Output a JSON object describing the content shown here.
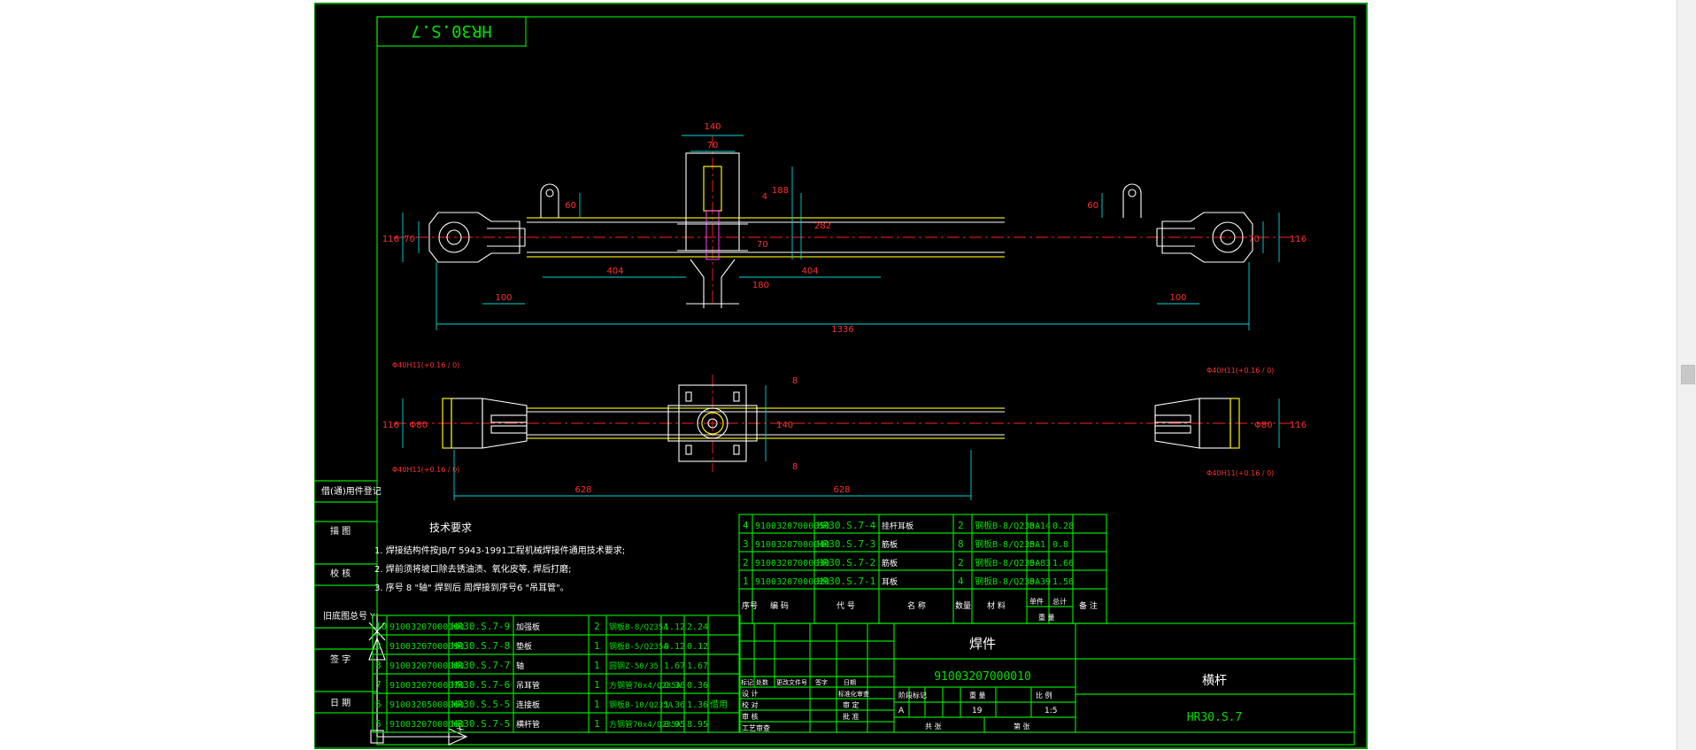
{
  "drawing": {
    "code_stamp": "HR30.S.7",
    "tech_title": "技术要求",
    "tech_notes": [
      "1. 焊接结构件按JB/T 5943-1991工程机械焊接件通用技术要求;",
      "2. 焊前须将坡口除去锈油渍、氧化皮等, 焊后打磨;",
      "3. 序号 8 \"轴\" 焊到后 周焊接到序号6 \"吊耳管\"。"
    ]
  },
  "left_strip": [
    "借(通)用件登记",
    "描 图",
    "校 核",
    "旧底图总号",
    "签 字",
    "日 期"
  ],
  "dimensions": {
    "d140": "140",
    "d70": "70",
    "d60l": "60",
    "d60r": "60",
    "d188": "188",
    "d4": "4",
    "d282": "282",
    "d116l": "116",
    "d70l": "70",
    "d70r": "70",
    "d116r": "116",
    "d404l": "404",
    "d404r": "404",
    "d100l": "100",
    "d100r": "100",
    "d180": "180",
    "d70m": "70",
    "d1336": "1336",
    "d628l": "628",
    "d628r": "628",
    "d116l2": "116",
    "d116r2": "116",
    "d80l": "Φ80",
    "d80r": "Φ80",
    "d140v": "140",
    "d8a": "8",
    "d8b": "8",
    "tol1": "Φ40H11(+0.16 / 0)",
    "tol2": "Φ40H11(+0.16 / 0)",
    "tol3": "Φ40H11(+0.16 / 0)",
    "tol4": "Φ40H11(+0.16 / 0)"
  },
  "bom_right": [
    [
      "4",
      "91003207000050",
      "HR30.S.7-4",
      "挂杆耳板",
      "2",
      "钢板B-8/Q235A",
      "0.14",
      "0.28",
      ""
    ],
    [
      "3",
      "91003207000040",
      "HR30.S.7-3",
      "筋板",
      "8",
      "钢板B-8/Q235A",
      "0.1",
      "0.8",
      ""
    ],
    [
      "2",
      "91003207000030",
      "HR30.S.7-2",
      "筋板",
      "2",
      "钢板B-8/Q235A",
      "0.83",
      "1.66",
      ""
    ],
    [
      "1",
      "91003207000020",
      "HR30.S.7-1",
      "耳板",
      "4",
      "钢板B-8/Q235A",
      "0.39",
      "1.56",
      ""
    ]
  ],
  "bom_right_header": {
    "seq": "序号",
    "code": "编 码",
    "drawing_no": "代 号",
    "name": "名 称",
    "qty": "数量",
    "material": "材 料",
    "single": "单件",
    "total": "总计",
    "weight": "重 量",
    "remark": "备 注"
  },
  "bom_left": [
    [
      "10",
      "91003207000100",
      "HR30.S.7-9",
      "加强板",
      "2",
      "钢板B-8/Q235A",
      "1.12",
      "2.24",
      ""
    ],
    [
      "9",
      "91003207000090",
      "HR30.S.7-8",
      "垫板",
      "1",
      "钢板B-5/Q235A",
      "0.12",
      "0.12",
      ""
    ],
    [
      "8",
      "91003207000080",
      "HR30.S.7-7",
      "轴",
      "1",
      "圆钢Z-50/35",
      "1.67",
      "1.67",
      ""
    ],
    [
      "7",
      "91003207000070",
      "HR30.S.7-6",
      "吊耳管",
      "1",
      "方钢管70x4/Q235A",
      "0.36",
      "0.36",
      ""
    ],
    [
      "6",
      "91003205000060",
      "HR30.S.5-5",
      "连接板",
      "1",
      "钢板B-10/Q235A",
      "1.36",
      "1.36",
      "借用"
    ],
    [
      "5",
      "91003207000060",
      "HR30.S.7-5",
      "横杆管",
      "1",
      "方钢管70x4/Q235A",
      "8.95",
      "8.95",
      ""
    ]
  ],
  "title_block": {
    "assembly_name": "焊件",
    "assembly_code": "91003207000010",
    "part_name": "横杆",
    "drawing_code": "HR30.S.7",
    "stage_label": "阶段标记",
    "weight_label": "重 量",
    "scale_label": "比 例",
    "stage_value": "A",
    "weight_value": "19",
    "scale_value": "1:5",
    "sheet_total": "共 张",
    "sheet_no": "第 张",
    "rev_labels": [
      "标记",
      "处数",
      "更改文件号",
      "签字",
      "日期"
    ],
    "roles": [
      "设 计",
      "校 对",
      "审 核",
      "工艺审查"
    ],
    "roles_right": [
      "标准化审查",
      "审 定",
      "批 准"
    ]
  }
}
